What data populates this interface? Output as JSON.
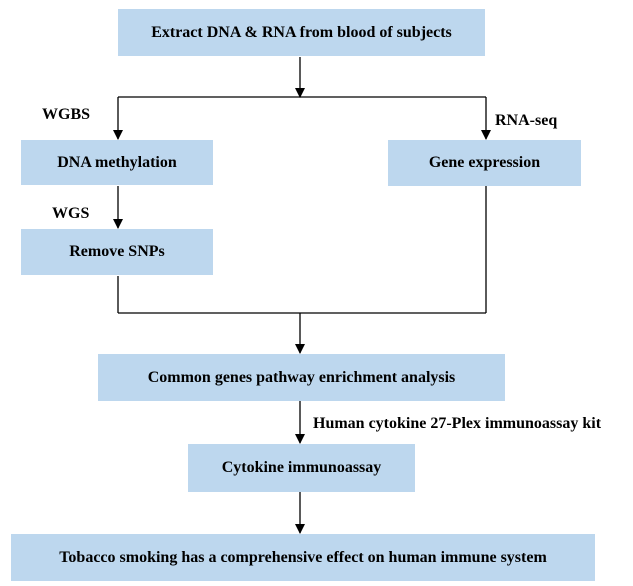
{
  "boxes": {
    "extract": "Extract DNA & RNA from blood of subjects",
    "dna_methylation": "DNA methylation",
    "gene_expression": "Gene expression",
    "remove_snps": "Remove SNPs",
    "pathway_analysis": "Common genes pathway enrichment analysis",
    "cytokine_assay": "Cytokine immunoassay",
    "conclusion": "Tobacco smoking has a comprehensive effect on human immune system"
  },
  "edge_labels": {
    "wgbs": "WGBS",
    "rna_seq": "RNA-seq",
    "wgs": "WGS",
    "kit": "Human cytokine 27-Plex immunoassay kit"
  },
  "colors": {
    "box_fill": "#bdd7ee",
    "line": "#000000"
  }
}
